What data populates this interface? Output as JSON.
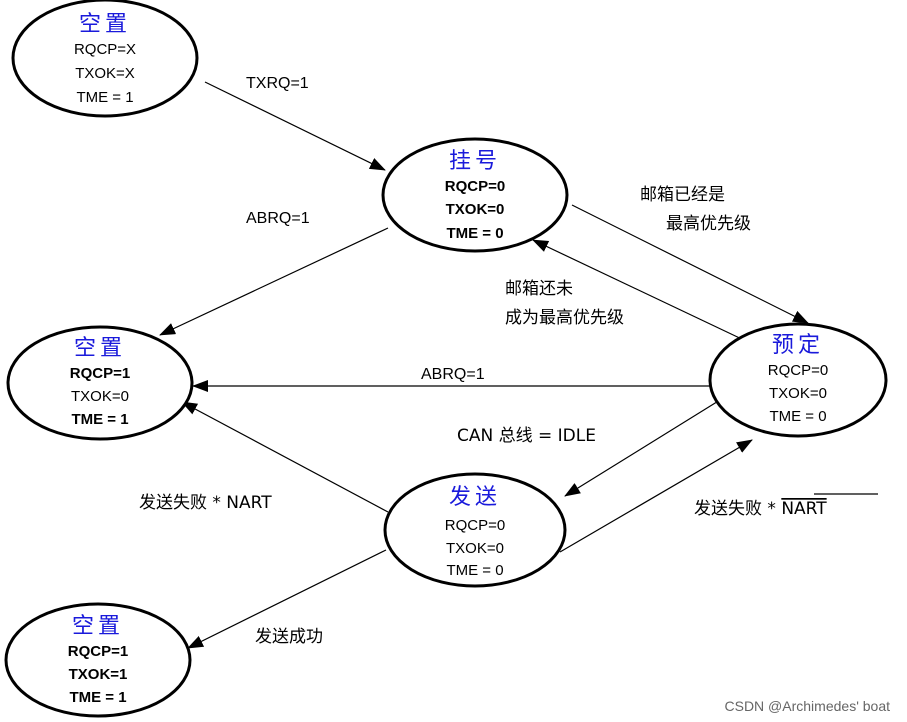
{
  "colors": {
    "state_title": "#1a1adb",
    "stroke": "#000000",
    "watermark": "#666666"
  },
  "states": {
    "idle_start": {
      "title": "空置",
      "lines": [
        "RQCP=X",
        "TXOK=X",
        "TME = 1"
      ]
    },
    "pending": {
      "title": "挂号",
      "lines": [
        "RQCP=0",
        "TXOK=0",
        "TME = 0"
      ]
    },
    "idle_abort": {
      "title": "空置",
      "lines": [
        "RQCP=1",
        "TXOK=0",
        "TME = 1"
      ]
    },
    "scheduled": {
      "title": "预定",
      "lines": [
        "RQCP=0",
        "TXOK=0",
        "TME = 0"
      ]
    },
    "transmit": {
      "title": "发送",
      "lines": [
        "RQCP=0",
        "TXOK=0",
        "TME = 0"
      ]
    },
    "idle_success": {
      "title": "空置",
      "lines": [
        "RQCP=1",
        "TXOK=1",
        "TME = 1"
      ]
    }
  },
  "transitions": {
    "txrq": "TXRQ=1",
    "abrq_pending": "ABRQ=1",
    "highest_priority": [
      "邮箱已经是",
      "最高优先级"
    ],
    "not_highest": [
      "邮箱还未",
      "成为最高优先级"
    ],
    "abrq_scheduled": "ABRQ=1",
    "can_idle": "CAN 总线 = IDLE",
    "fail_nart": "发送失败 * NART",
    "fail_not_nart_prefix": "发送失败 * ",
    "fail_not_nart_overline": "NART",
    "success": "发送成功"
  },
  "watermark": "CSDN @Archimedes' boat"
}
